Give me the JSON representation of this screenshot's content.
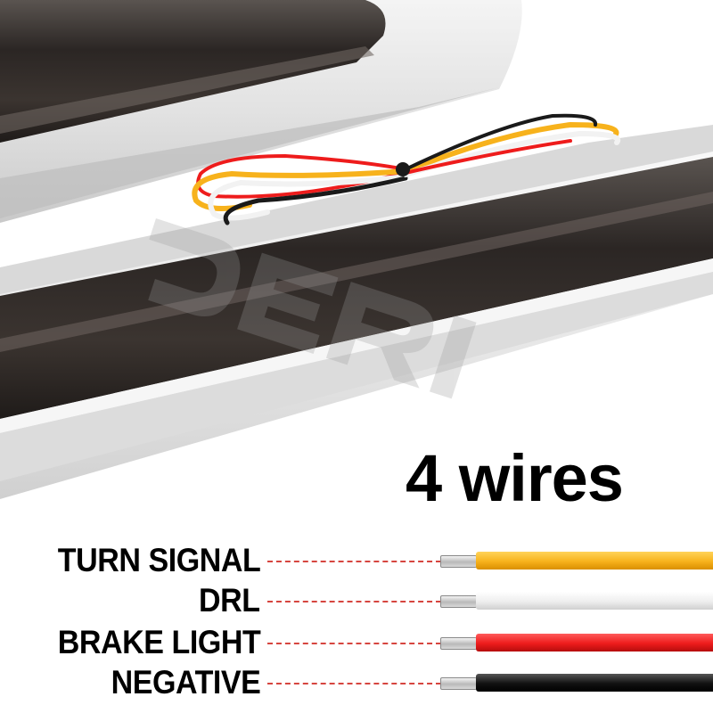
{
  "headline": "4 wires",
  "watermark": "DERI",
  "wires": [
    {
      "label": "TURN SIGNAL",
      "color": "#f7b21c"
    },
    {
      "label": "DRL",
      "color": "#f4f4f4"
    },
    {
      "label": "BRAKE LIGHT",
      "color": "#ee1c1c"
    },
    {
      "label": "NEGATIVE",
      "color": "#111111"
    }
  ]
}
